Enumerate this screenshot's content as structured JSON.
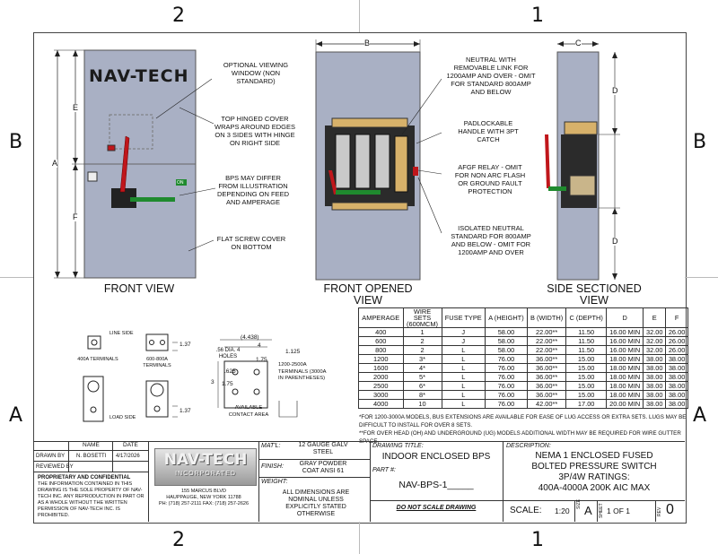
{
  "zones": {
    "top_left": "2",
    "top_right": "1",
    "bottom_left": "2",
    "bottom_right": "1",
    "left_upper": "B",
    "left_lower": "A",
    "right_upper": "B",
    "right_lower": "A"
  },
  "front_view": {
    "brand": "NAV-TECH",
    "title": "FRONT VIEW",
    "dims": {
      "a": "A",
      "e": "E",
      "f": "F"
    },
    "callouts": [
      "OPTIONAL VIEWING WINDOW (NON STANDARD)",
      "TOP HINGED COVER WRAPS AROUND EDGES ON 3 SIDES WITH HINGE ON RIGHT SIDE",
      "BPS MAY DIFFER FROM ILLUSTRATION DEPENDING ON FEED AND AMPERAGE",
      "FLAT SCREW COVER ON BOTTOM"
    ],
    "handle_label": "ON"
  },
  "front_opened": {
    "title": "FRONT OPENED VIEW",
    "dim_b": "B",
    "callouts": [
      "NEUTRAL WITH REMOVABLE LINK FOR 1200AMP AND OVER - OMIT FOR STANDARD 800AMP AND BELOW",
      "PADLOCKABLE HANDLE WITH 3PT CATCH",
      "AFGF RELAY - OMIT FOR NON ARC FLASH OR GROUND FAULT PROTECTION",
      "ISOLATED NEUTRAL STANDARD FOR 800AMP AND BELOW - OMIT FOR 1200AMP AND OVER"
    ]
  },
  "side_view": {
    "title": "SIDE SECTIONED VIEW",
    "dim_c": "C",
    "dim_d": "D"
  },
  "terminals": {
    "line_side": "LINE SIDE",
    "load_side": "LOAD SIDE",
    "t400": "400A TERMINALS",
    "t600": "600-800A TERMINALS",
    "dim_137a": "1.37",
    "dim_137b": "1.37",
    "contact": {
      "d4438": "(4.438)",
      "d4": "4",
      "d1125": "1.125",
      "d56": ".56 DIA. 4 HOLES",
      "d175a": "1.75",
      "d625": ".625",
      "d3": "3",
      "d175b": "1.75",
      "note": "1200-2500A TERMINALS (3000A IN PARENTHESES)",
      "area": "AVAILABLE CONTACT AREA"
    }
  },
  "table": {
    "headers": [
      "AMPERAGE",
      "WIRE SETS (600MCM)",
      "FUSE TYPE",
      "A (HEIGHT)",
      "B (WIDTH)",
      "C (DEPTH)",
      "D",
      "E",
      "F"
    ],
    "rows": [
      [
        "400",
        "1",
        "J",
        "58.00",
        "22.00**",
        "11.50",
        "16.00 MIN",
        "32.00",
        "26.00"
      ],
      [
        "600",
        "2",
        "J",
        "58.00",
        "22.00**",
        "11.50",
        "16.00 MIN",
        "32.00",
        "26.00"
      ],
      [
        "800",
        "2",
        "L",
        "58.00",
        "22.00**",
        "11.50",
        "16.00 MIN",
        "32.00",
        "26.00"
      ],
      [
        "1200",
        "3*",
        "L",
        "76.00",
        "36.00**",
        "15.00",
        "18.00 MIN",
        "38.00",
        "38.00"
      ],
      [
        "1600",
        "4*",
        "L",
        "76.00",
        "36.00**",
        "15.00",
        "18.00 MIN",
        "38.00",
        "38.00"
      ],
      [
        "2000",
        "5*",
        "L",
        "76.00",
        "36.00**",
        "15.00",
        "18.00 MIN",
        "38.00",
        "38.00"
      ],
      [
        "2500",
        "6*",
        "L",
        "76.00",
        "36.00**",
        "15.00",
        "18.00 MIN",
        "38.00",
        "38.00"
      ],
      [
        "3000",
        "8*",
        "L",
        "76.00",
        "36.00**",
        "15.00",
        "18.00 MIN",
        "38.00",
        "38.00"
      ],
      [
        "4000",
        "10",
        "L",
        "76.00",
        "42.00**",
        "17.00",
        "20.00 MIN",
        "38.00",
        "38.00"
      ]
    ],
    "note1": "*FOR 1200-3000A MODELS, BUS EXTENSIONS ARE AVAILABLE FOR EASE OF LUG ACCESS OR EXTRA SETS. LUGS MAY BE DIFFICULT TO INSTALL FOR OVER 8 SETS.",
    "note2": "**FOR OVER HEAD (OH) AND UNDERGROUND (UG) MODELS ADDITIONAL WIDTH MAY BE REQUIRED FOR WIRE GUTTER SPACE."
  },
  "title_block": {
    "name_hdr": "NAME",
    "date_hdr": "DATE",
    "drawn_by_lbl": "DRAWN BY",
    "drawn_by": "N. BOSETTI",
    "date": "4/17/2026",
    "reviewed_by_lbl": "REVIEWED BY",
    "prop_title": "PROPRIETARY AND CONFIDENTIAL",
    "prop_text": "THE INFORMATION CONTAINED IN THIS DRAWING IS THE SOLE PROPERTY OF NAV-TECH INC. ANY REPRODUCTION IN PART OR AS A WHOLE WITHOUT THE WRITTEN PERMISSION OF NAV-TECH INC. IS PROHIBITED.",
    "logo_main": "NAV-TECH",
    "logo_sub": "INCORPORATED",
    "addr1": "155 MARCUS BLVD",
    "addr2": "HAUPPAUGE, NEW YORK 11788",
    "addr3": "PH: (718) 257-2111   FAX: (718) 257-2626",
    "matl_lbl": "MAT'L:",
    "matl": "12 GAUGE GALV STEEL",
    "finish_lbl": "FINISH:",
    "finish": "GRAY POWDER COAT ANSI 61",
    "weight_lbl": "WEIGHT:",
    "dims_note": "ALL DIMENSIONS ARE NOMINAL UNLESS EXPLICITLY STATED OTHERWISE",
    "drawing_title_lbl": "DRAWING TITLE:",
    "drawing_title": "INDOOR ENCLOSED BPS",
    "part_lbl": "PART #:",
    "part": "NAV-BPS-1_____",
    "no_scale": "DO NOT SCALE DRAWING",
    "desc_lbl": "DESCRIPTION:",
    "desc1": "NEMA 1 ENCLOSED FUSED",
    "desc2": "BOLTED PRESSURE SWITCH",
    "desc3": "3P/4W RATINGS:",
    "desc4": "400A-4000A 200K AIC MAX",
    "scale_lbl": "SCALE:",
    "scale": "1:20",
    "size_lbl": "SIZE",
    "size": "A",
    "sheet_lbl": "SHEET",
    "sheet": "1 OF 1",
    "rev_lbl": "REV",
    "rev": "0"
  },
  "colors": {
    "enclosure": "#a9b0c4",
    "enclosure_dark": "#8e95a8",
    "handle_red": "#c0161b",
    "handle_green": "#1f8a2e",
    "panel": "#2b2b2b"
  }
}
